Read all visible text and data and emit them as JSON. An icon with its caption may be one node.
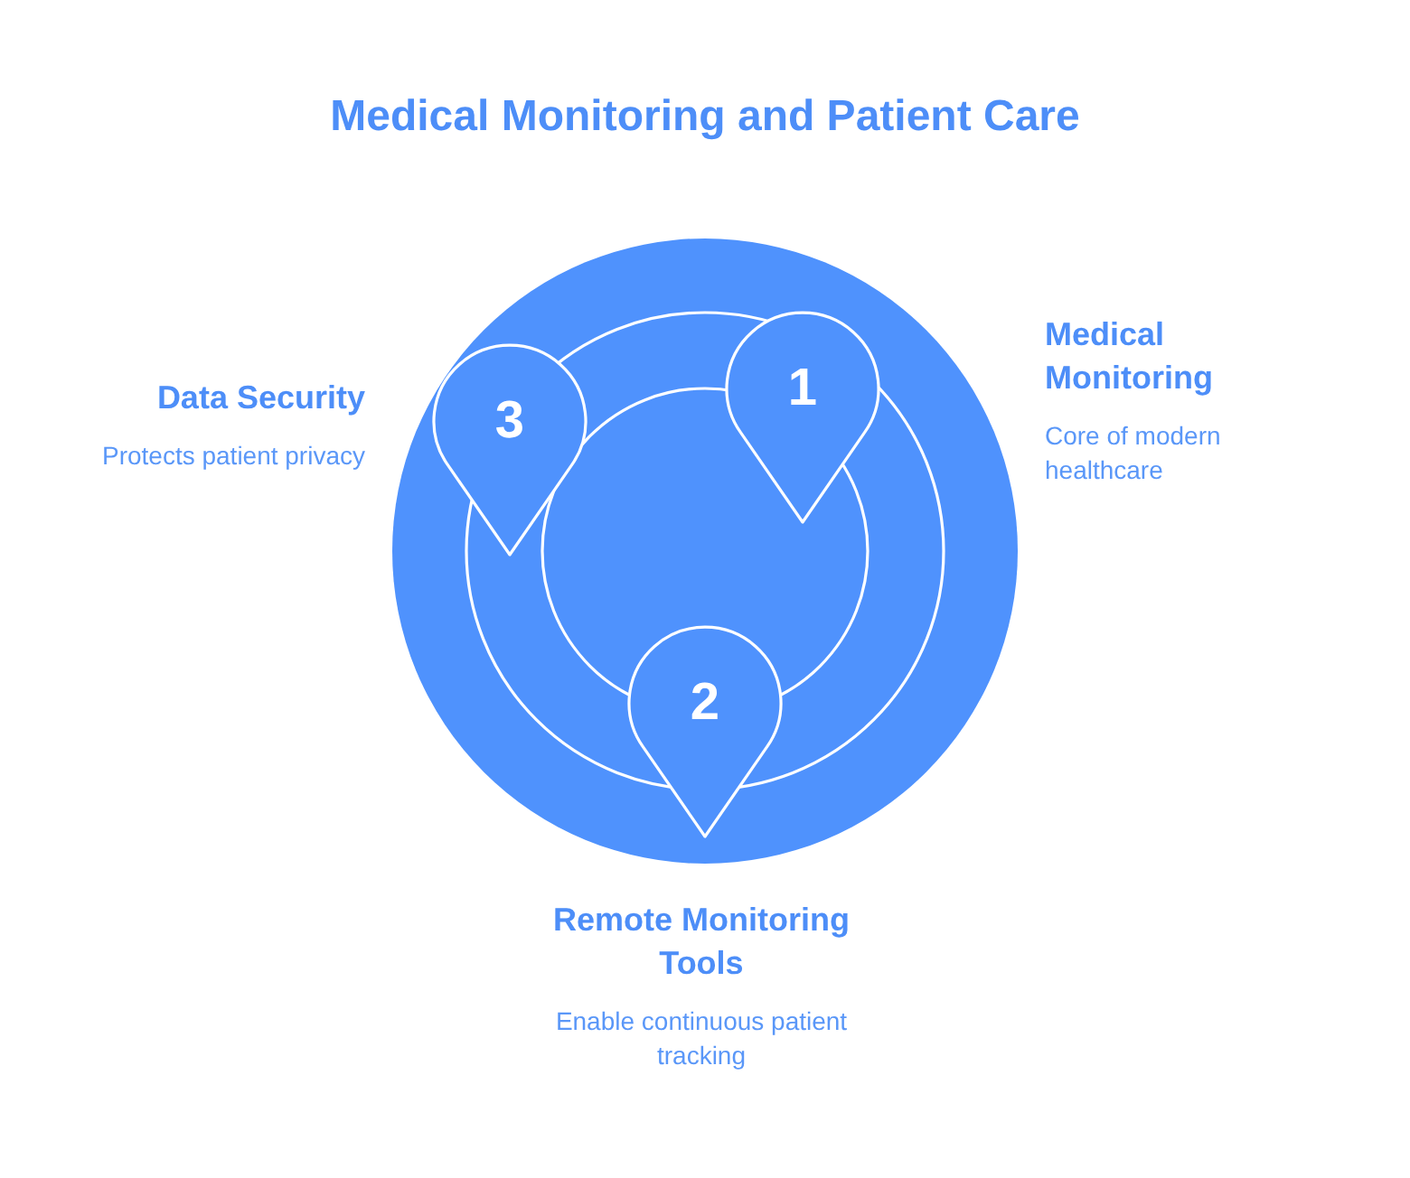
{
  "diagram": {
    "title": "Medical Monitoring and Patient Care",
    "nodes": [
      {
        "text": [
          "1"
        ],
        "beside": [
          "Medical Monitoring",
          "Core of modern healthcare"
        ]
      },
      {
        "text": [
          "2"
        ],
        "beside": [
          "Remote Monitoring Tools",
          "Enable continuous patient tracking"
        ]
      },
      {
        "text": [
          "3"
        ],
        "beside": [
          "Data Security",
          "Protects patient privacy"
        ]
      }
    ]
  }
}
